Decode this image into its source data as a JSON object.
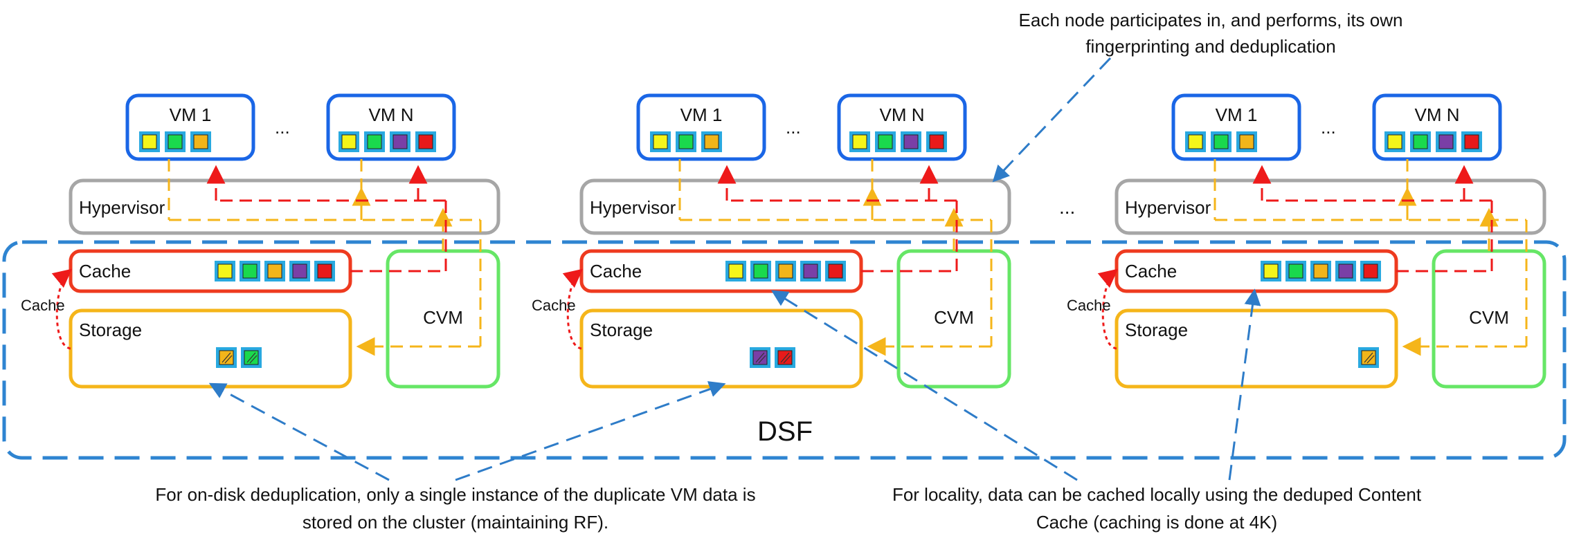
{
  "labels": {
    "vm1": "VM 1",
    "vmN": "VM N",
    "dots": "...",
    "hypervisor": "Hypervisor",
    "cache": "Cache",
    "storage": "Storage",
    "cvm": "CVM",
    "cache_arrow": "Cache",
    "dsf": "DSF"
  },
  "annotations": {
    "top_line1": "Each node participates in, and performs, its own",
    "top_line2": "fingerprinting and deduplication",
    "left_line1": "For on-disk deduplication, only a single instance of the duplicate VM data is",
    "left_line2": "stored on the cluster (maintaining RF).",
    "right_line1": "For locality, data can be cached locally using the deduped Content",
    "right_line2": "Cache (caching is done at 4K)"
  },
  "colors": {
    "vm_border": "#1a66e6",
    "hypervisor_border": "#a6a6a6",
    "cache_border": "#ee3a1f",
    "storage_border": "#f5b51a",
    "cvm_border": "#66e666",
    "dsf_border": "#2e84d1",
    "block_outline": "#29a9e0",
    "yellow": "#f5f51a",
    "green": "#1ad94d",
    "orange": "#f2b51a",
    "purple": "#7a3fa6",
    "red": "#e81a1a"
  },
  "nodes": [
    {
      "vm1_blocks": [
        "yellow",
        "green",
        "orange"
      ],
      "vmN_blocks": [
        "yellow",
        "green",
        "purple",
        "red"
      ],
      "cache_blocks": [
        "yellow",
        "green",
        "orange",
        "purple",
        "red"
      ],
      "storage_blocks": [
        "orange",
        "green"
      ]
    },
    {
      "vm1_blocks": [
        "yellow",
        "green",
        "orange"
      ],
      "vmN_blocks": [
        "yellow",
        "green",
        "purple",
        "red"
      ],
      "cache_blocks": [
        "yellow",
        "green",
        "orange",
        "purple",
        "red"
      ],
      "storage_blocks": [
        "purple",
        "red"
      ]
    },
    {
      "vm1_blocks": [
        "yellow",
        "green",
        "orange"
      ],
      "vmN_blocks": [
        "yellow",
        "green",
        "purple",
        "red"
      ],
      "cache_blocks": [
        "yellow",
        "green",
        "orange",
        "purple",
        "red"
      ],
      "storage_blocks": [
        "orange"
      ]
    }
  ]
}
